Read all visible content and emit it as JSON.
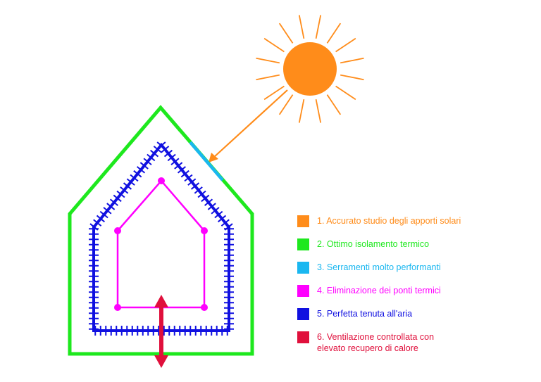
{
  "colors": {
    "sun": "#ff8c1a",
    "green": "#1ee81e",
    "cyan": "#1ab7f0",
    "magenta": "#ff00ff",
    "blue": "#1010e0",
    "red": "#e0103c"
  },
  "legend": {
    "items": [
      {
        "label": "1. Accurato studio degli apporti solari",
        "color": "#ff8c1a"
      },
      {
        "label": "2. Ottimo isolamento termico",
        "color": "#1ee81e"
      },
      {
        "label": "3.  Serramenti molto performanti",
        "color": "#1ab7f0"
      },
      {
        "label": "4. Eliminazione dei ponti termici",
        "color": "#ff00ff"
      },
      {
        "label": "5. Perfetta tenuta all'aria",
        "color": "#1010e0"
      },
      {
        "label": "6. Ventilazione controllata con\n    elevato recupero di calore",
        "color": "#e0103c"
      }
    ]
  }
}
